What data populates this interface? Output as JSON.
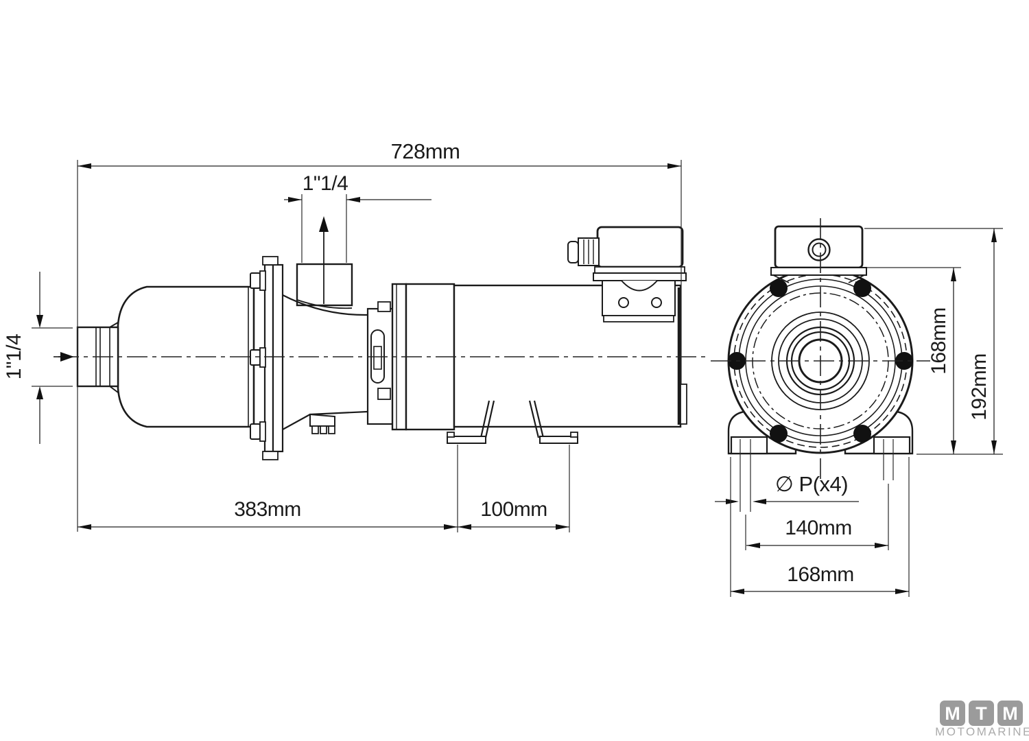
{
  "drawing": {
    "type": "pump-dimensional-drawing",
    "dimensions": {
      "overall_length": "728mm",
      "outlet_port_size": "1\"1/4",
      "inlet_port_size": "1\"1/4",
      "pump_section_length": "383mm",
      "foot_spacing": "100mm",
      "axis_to_box_height": "168mm",
      "overall_height": "192mm",
      "mounting_hole_note": "∅ P(x4)",
      "mounting_hole_pitch": "140mm",
      "base_width": "168mm"
    },
    "logo": {
      "letters": [
        "M",
        "T",
        "M"
      ],
      "wordmark": "MOTOMARINE"
    }
  }
}
